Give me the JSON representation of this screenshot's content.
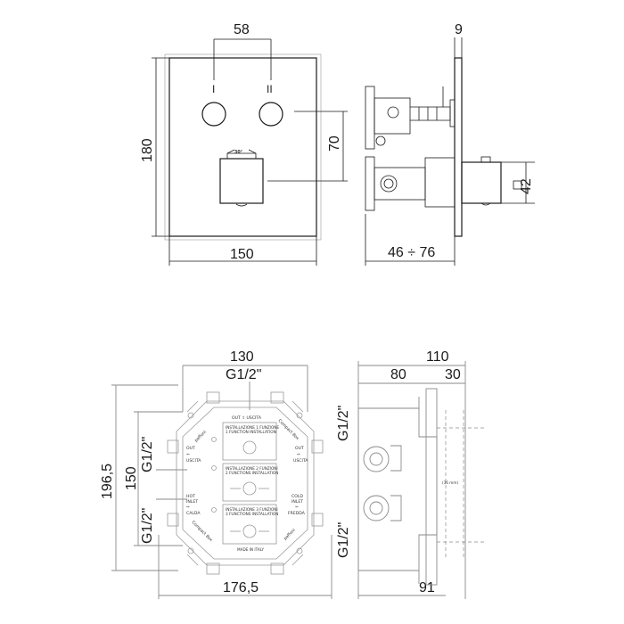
{
  "top_front": {
    "width": "150",
    "height": "180",
    "button_spacing": "58",
    "button_axis_height": "70",
    "label_1": "I",
    "label_2": "II",
    "rotation": "30°"
  },
  "top_side": {
    "plate_thickness": "9",
    "depth_range": "46 ÷ 76",
    "handle_size": "42"
  },
  "bottom_front": {
    "width_inner": "130",
    "width_outer": "176,5",
    "height_outer": "196,5",
    "height_inner": "150",
    "thread_top": "G1/2\"",
    "thread_left_1": "G1/2\"",
    "thread_left_2": "G1/2\"",
    "label_out_usicta": "OUT ⇧ USCITA",
    "label_out_left": "OUT",
    "label_uscita_left": "USCITA",
    "label_out_right": "OUT",
    "label_uscita_right": "USCITA",
    "label_hot": "HOT",
    "label_inlet_hot": "INLET",
    "label_calda": "CALDA",
    "label_cold": "COLD",
    "label_inlet_cold": "INLET",
    "label_fredda": "FREDDA",
    "brand_1": "paffoni",
    "brand_2": "paffoni",
    "compact_box_1": "Compact Box",
    "compact_box_2": "Compact Box",
    "install_1_it": "INSTALLAZIONE 1 FUNZIONE",
    "install_1_en": "1 FUNCTION INSTALLATION",
    "install_2_it": "INSTALLAZIONE 2 FUNZIONI",
    "install_2_en": "2 FUNCTIONS INSTALLATION",
    "install_3_it": "INSTALLAZIONE 3 FUNZIONI",
    "install_3_en": "3 FUNCTIONS INSTALLATION",
    "made_in_italy": "MADE IN ITALY"
  },
  "bottom_side": {
    "depth_total": "110",
    "depth_a": "80",
    "depth_b": "30",
    "depth_bottom": "91",
    "thread_top": "G1/2\"",
    "thread_bottom": "G1/2\"",
    "note": "(36 mm)"
  }
}
